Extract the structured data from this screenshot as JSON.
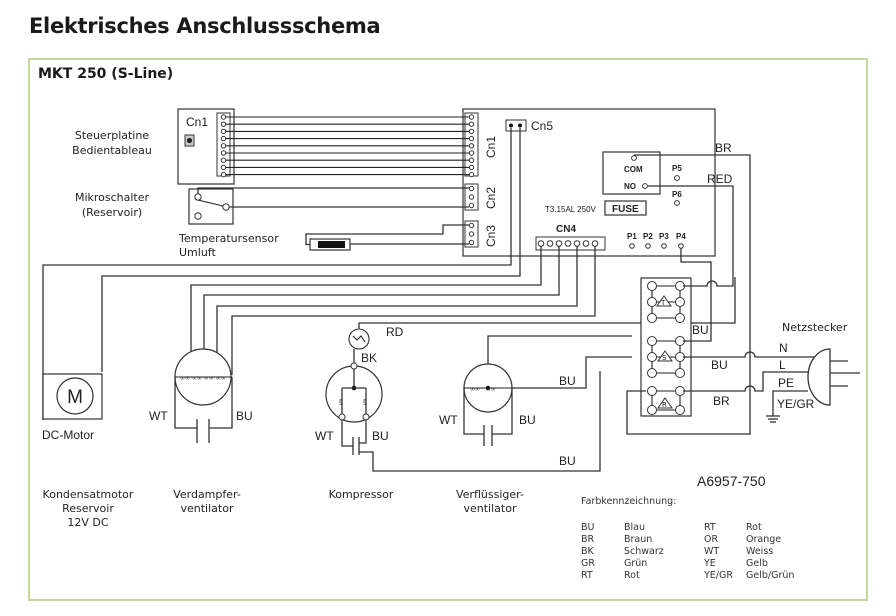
{
  "page": {
    "title": "Elektrisches Anschlussschema",
    "model": "MKT 250 (S-Line)",
    "drawing_number": "A6957-750",
    "frame_color": "#c5d89b"
  },
  "components": {
    "control_board": {
      "label_line1": "Steuerplatine",
      "label_line2": "Bedientableau",
      "connector": "Cn1"
    },
    "micro_switch": {
      "label_line1": "Mikroschalter",
      "label_line2": "(Reservoir)"
    },
    "temp_sensor": {
      "label_line1": "Temperatursensor",
      "label_line2": "Umluft"
    },
    "main_board": {
      "connectors": {
        "cn1": "Cn1",
        "cn2": "Cn2",
        "cn3": "Cn3",
        "cn4": "CN4",
        "cn5": "Cn5"
      },
      "relay": {
        "com": "COM",
        "no": "NO"
      },
      "fuse": {
        "rating": "T3.15AL 250V",
        "label": "FUSE"
      },
      "pins": [
        "P1",
        "P2",
        "P3",
        "P4",
        "P5",
        "P6"
      ]
    },
    "dc_motor": {
      "symbol": "M",
      "label": "DC-Motor",
      "caption_line1": "Kondensatmotor",
      "caption_line2": "Reservoir",
      "caption_line3": "12V DC"
    },
    "evaporator_fan": {
      "caption_line1": "Verdampfer-",
      "caption_line2": "ventilator",
      "wire_left": "WT",
      "wire_right": "BU"
    },
    "compressor": {
      "caption": "Kompressor",
      "wire_top": "RD",
      "wire_mid": "BK",
      "wire_left": "WT",
      "wire_right": "BU"
    },
    "condenser_fan": {
      "caption_line1": "Verflüssiger-",
      "caption_line2": "ventilator",
      "wire_left": "WT",
      "wire_right": "BU",
      "wire_out": "BU"
    },
    "terminal_block": {
      "marks": [
        "T",
        "S",
        "R"
      ],
      "wire_bu": "BU"
    },
    "wires": {
      "br_top": "BR",
      "red_top": "RED",
      "bu_mid": "BU",
      "br_mid": "BR",
      "bu_bottom": "BU"
    },
    "plug": {
      "title": "Netzstecker",
      "n": "N",
      "l": "L",
      "pe": "PE",
      "pe_color": "YE/GR"
    }
  },
  "legend": {
    "title": "Farbkennzeichnung:",
    "left": [
      {
        "code": "BU",
        "name": "Blau"
      },
      {
        "code": "BR",
        "name": "Braun"
      },
      {
        "code": "BK",
        "name": "Schwarz"
      },
      {
        "code": "GR",
        "name": "Grün"
      },
      {
        "code": "RT",
        "name": "Rot"
      }
    ],
    "right": [
      {
        "code": "RT",
        "name": "Rot"
      },
      {
        "code": "OR",
        "name": "Orange"
      },
      {
        "code": "WT",
        "name": "Weiss"
      },
      {
        "code": "YE",
        "name": "Gelb"
      },
      {
        "code": "YE/GR",
        "name": "Gelb/Grün"
      }
    ]
  }
}
